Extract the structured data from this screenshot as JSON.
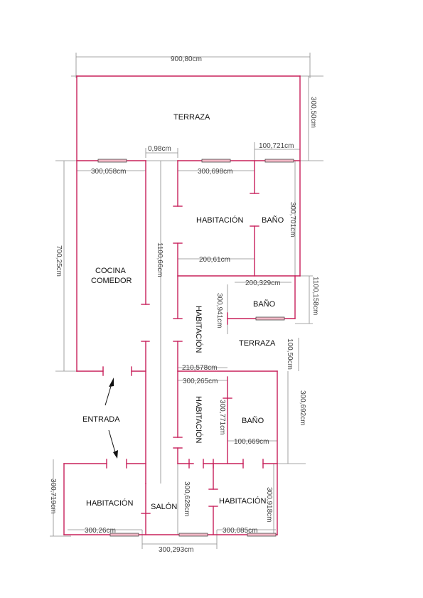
{
  "colors": {
    "wall": "#c8205a",
    "dimension": "#8a8a8a",
    "window_fill": "#f2b8c6",
    "room_text": "#111111",
    "dim_text": "#444444"
  },
  "rooms": {
    "terraza_top": "TERRAZA",
    "habitacion_upper": "HABITACIÓN",
    "bano_upper": "BAÑO",
    "cocina_line1": "COCINA",
    "cocina_line2": "COMEDOR",
    "bano_mid": "BAÑO",
    "habitacion_mid_vertical": "HABITACIÓN",
    "terraza_mid": "TERRAZA",
    "habitacion_lower_vertical": "HABITACIÓN",
    "bano_lower": "BAÑO",
    "entrada": "ENTRADA",
    "habitacion_bottom_left": "HABITACIÓN",
    "salon": "SALÓN",
    "habitacion_bottom_right": "HABITACIÓN"
  },
  "dimensions": {
    "total_width": "900,80cm",
    "terraza_depth": "300,50cm",
    "corridor_gap": "0,98cm",
    "window_right": "100,721cm",
    "kitchen_top": "300,058cm",
    "hab_upper_top": "300,698cm",
    "bano_upper_height": "300,701cm",
    "kitchen_height": "700,25cm",
    "corridor_length": "1100,66cm",
    "hab_upper_width": "200,61cm",
    "bano_mid_width": "200,329cm",
    "right_mid": "1100,158cm",
    "hab_mid_height": "300,941cm",
    "terraza_mid_gap": "100,50cm",
    "hall_width": "210,578cm",
    "hab_lower_width": "300,265cm",
    "hab_lower_height": "300,771cm",
    "right_lower": "300,692cm",
    "bano_lower_width": "100,669cm",
    "bottom_left_height": "300,719cm",
    "salon_height": "300,628cm",
    "bottom_right_height": "300,918cm",
    "bottom_left_width": "300,26cm",
    "bottom_right_width": "300,085cm",
    "salon_width": "300,293cm"
  }
}
